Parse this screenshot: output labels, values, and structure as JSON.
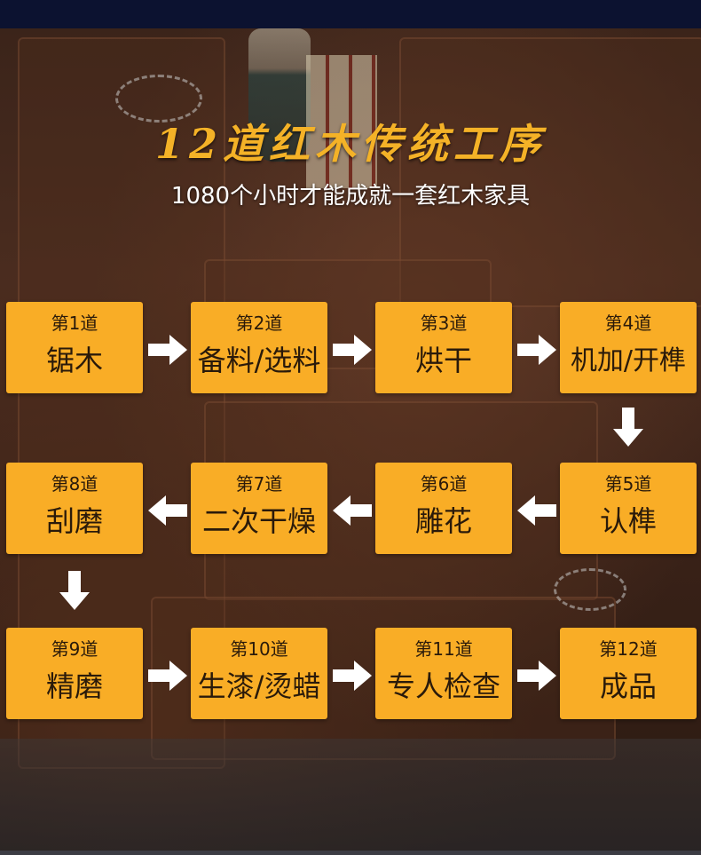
{
  "title": "12道红木传统工序",
  "subtitle": "1080个小时才能成就一套红木家具",
  "steps": [
    {
      "num": "第1道",
      "name": "锯木"
    },
    {
      "num": "第2道",
      "name": "备料/选料"
    },
    {
      "num": "第3道",
      "name": "烘干"
    },
    {
      "num": "第4道",
      "name": "机加/开榫"
    },
    {
      "num": "第5道",
      "name": "认榫"
    },
    {
      "num": "第6道",
      "name": "雕花"
    },
    {
      "num": "第7道",
      "name": "二次干燥"
    },
    {
      "num": "第8道",
      "name": "刮磨"
    },
    {
      "num": "第9道",
      "name": "精磨"
    },
    {
      "num": "第10道",
      "name": "生漆/烫蜡"
    },
    {
      "num": "第11道",
      "name": "专人检查"
    },
    {
      "num": "第12道",
      "name": "成品"
    }
  ],
  "colors": {
    "accent": "#f9ad26",
    "title": "#f4b227",
    "arrow": "#ffffff"
  },
  "icons": {
    "arrow": "arrow-icon"
  }
}
